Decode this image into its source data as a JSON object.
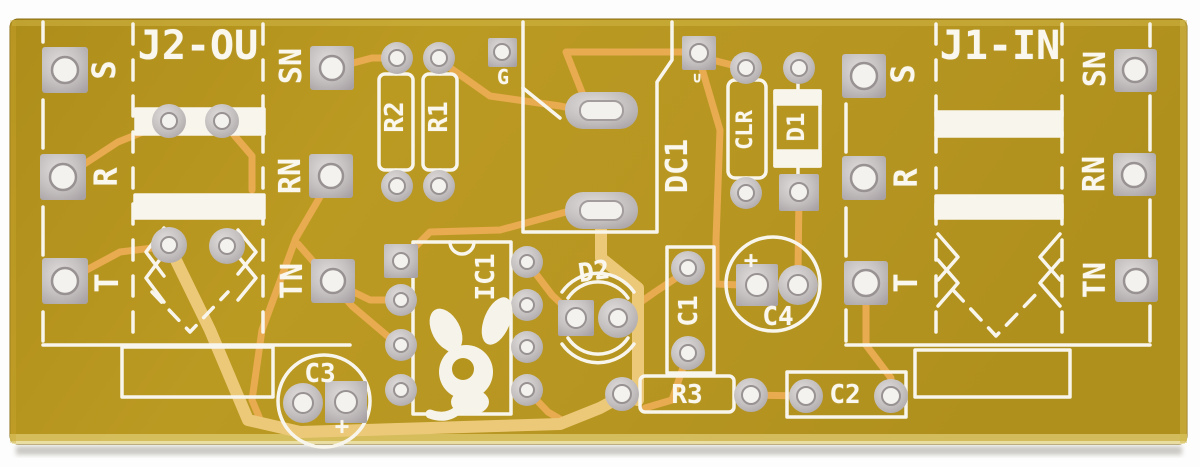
{
  "board": {
    "kind": "bare printed circuit board photo",
    "colors": {
      "substrate": "#b6951f",
      "substrate_light": "#bd9c24",
      "silkscreen": "#f8f5ec",
      "copper_trace": "#e8ab50",
      "copper_trace_wide": "#ecc979",
      "pad_silver": "#c8c3c3",
      "hole_white": "#f3f2ee",
      "background": "#ffffff"
    }
  },
  "jacks": {
    "j2_out": {
      "title": "J2-OU",
      "sleeve": "S",
      "ring": "R",
      "tip": "T",
      "sleeve_n": "SN",
      "ring_n": "RN",
      "tip_n": "TN"
    },
    "j1_in": {
      "title": "J1-IN",
      "sleeve": "S",
      "ring": "R",
      "tip": "T",
      "sleeve_n": "SN",
      "ring_n": "RN",
      "tip_n": "TN"
    }
  },
  "components": {
    "r1": "R1",
    "r2": "R2",
    "r3": "R3",
    "clr": "CLR",
    "d1": "D1",
    "d2": "D2",
    "dc1": "DC1",
    "ic1": "IC1",
    "c1": "C1",
    "c2": "C2",
    "c3": "C3",
    "c4": "C4",
    "ground": "G"
  },
  "marks": {
    "c4_polarity": "+",
    "c3_polarity": "+",
    "dc_polarity": "∪"
  }
}
